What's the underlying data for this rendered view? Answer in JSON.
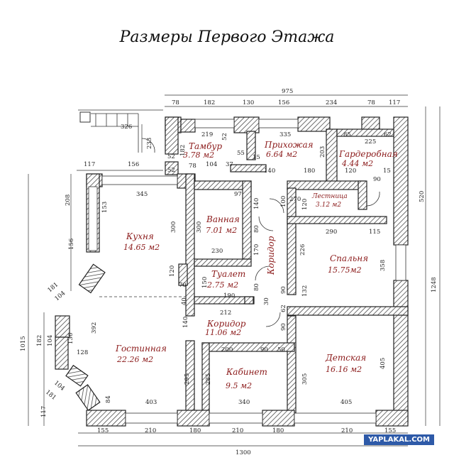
{
  "title": "Размеры Первого Этажа",
  "watermark": "YAPLAKAL.COM",
  "rooms": {
    "tambur": {
      "name": "Тамбур",
      "area": "3.78 м2"
    },
    "prihozhaya": {
      "name": "Прихожая",
      "area": "6.64 м2"
    },
    "garderobnaya": {
      "name": "Гардеробная",
      "area": "4.44 м2"
    },
    "kuhnya": {
      "name": "Кухня",
      "area": "14.65 м2"
    },
    "vannaya": {
      "name": "Ванная",
      "area": "7.01 м2"
    },
    "lestnitsa": {
      "name": "Лестница",
      "area": "3.12 м2"
    },
    "koridor_v": {
      "name": "Коридор"
    },
    "spalnya": {
      "name": "Спальня",
      "area": "15.75м2"
    },
    "tualet": {
      "name": "Туалет",
      "area": "2.75 м2"
    },
    "koridor": {
      "name": "Коридор",
      "area": "11.06 м2"
    },
    "gostinnaya": {
      "name": "Гостинная",
      "area": "22.26 м2"
    },
    "kabinet": {
      "name": "Кабинет",
      "area": "9.5 м2"
    },
    "detskaya": {
      "name": "Детская",
      "area": "16.16 м2"
    }
  },
  "dims": {
    "d975": "975",
    "d78a": "78",
    "d182a": "182",
    "d130": "130",
    "d156a": "156",
    "d234": "234",
    "d78b": "78",
    "d117a": "117",
    "d326": "326",
    "d219": "219",
    "d335": "335",
    "d85": "85",
    "d225": "225",
    "d62a": "62",
    "d52a": "52",
    "d52b": "52",
    "d52c": "52",
    "d233": "233",
    "d182b": "182",
    "d104a": "104",
    "d37": "37",
    "d78c": "78",
    "d55": "55",
    "d15a": "15",
    "d203": "203",
    "d120a": "120",
    "d15b": "15",
    "d140a": "140",
    "d180a": "180",
    "d90a": "90",
    "d117b": "117",
    "d156b": "156",
    "d345": "345",
    "d97": "97",
    "d270": "270",
    "d120b": "120",
    "d100": "100",
    "d208": "208",
    "d153": "153",
    "d520": "520",
    "d140b": "140",
    "d290": "290",
    "d115": "115",
    "d300a": "300",
    "d300b": "300",
    "d80a": "80",
    "d226": "226",
    "d156c": "156",
    "d1248": "1248",
    "d230": "230",
    "d170": "170",
    "d358": "358",
    "d120c": "120",
    "d150": "150",
    "d70": "70",
    "d80b": "80",
    "d90b": "90",
    "d132": "132",
    "d190": "190",
    "d181a": "181",
    "d104b": "104",
    "d40": "40",
    "d30": "30",
    "d212": "212",
    "d62b": "62",
    "d140c": "140",
    "d90c": "90",
    "d1015": "1015",
    "d182c": "182",
    "d104c": "104",
    "d136": "136",
    "d128": "128",
    "d392": "392",
    "d200": "200",
    "d90d": "90",
    "d50": "50",
    "d104d": "104",
    "d181b": "181",
    "d295": "295",
    "d285": "285",
    "d305": "305",
    "d405a": "405",
    "d84": "84",
    "d403": "403",
    "d340": "340",
    "d405b": "405",
    "d117c": "117",
    "d155a": "155",
    "d210a": "210",
    "d180b": "180",
    "d210b": "210",
    "d180c": "180",
    "d210c": "210",
    "d155b": "155",
    "d1300": "1300"
  }
}
